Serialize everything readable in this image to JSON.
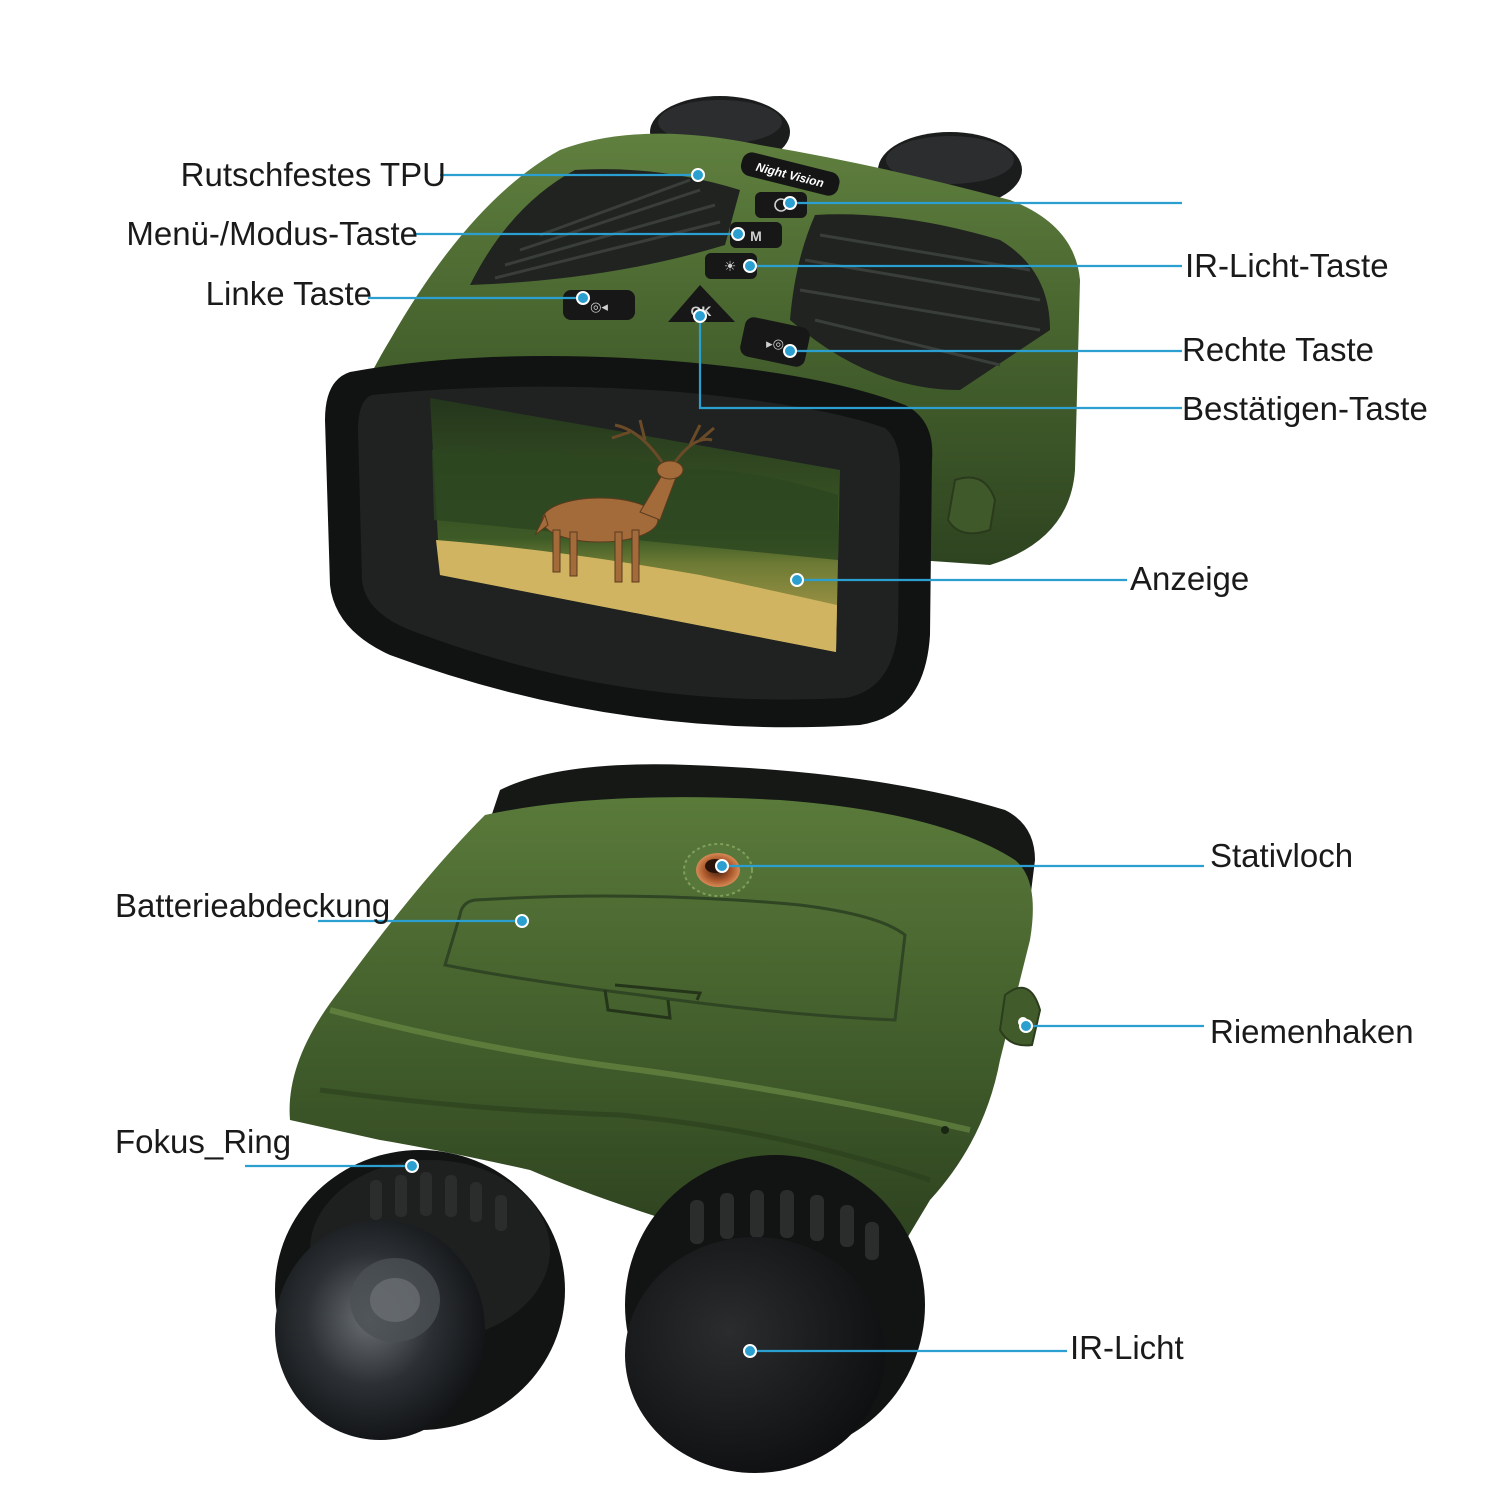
{
  "device": {
    "badge_text": "Night Vision",
    "ok_button_text": "OK",
    "menu_button_text": "M",
    "body_color": "#3f5a2c",
    "body_highlight": "#5c7a3e",
    "rubber_color": "#1c1e1c",
    "accent_color": "#2a9fd0"
  },
  "labels": {
    "tpu": "Rutschfestes TPU",
    "menu": "Menü-/Modus-Taste",
    "left": "Linke Taste",
    "ir_button": "IR-Licht-Taste",
    "right": "Rechte Taste",
    "confirm": "Bestätigen-Taste",
    "display": "Anzeige",
    "tripod": "Stativloch",
    "battery": "Batterieabdeckung",
    "strap": "Riemenhaken",
    "focus": "Fokus_Ring",
    "ir_light": "IR-Licht"
  }
}
